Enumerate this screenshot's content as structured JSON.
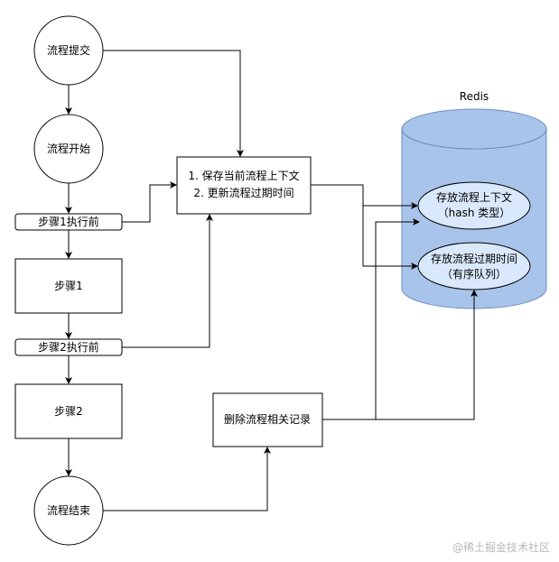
{
  "nodes": {
    "submit": "流程提交",
    "start": "流程开始",
    "before_step1": "步骤1执行前",
    "step1": "步骤1",
    "before_step2": "步骤2执行前",
    "step2": "步骤2",
    "end": "流程结束",
    "save_line1": "1. 保存当前流程上下文",
    "save_line2": "2. 更新流程过期时间",
    "delete": "删除流程相关记录"
  },
  "redis": {
    "label": "Redis",
    "store_context_line1": "存放流程上下文",
    "store_context_line2": "（hash 类型）",
    "store_expire_line1": "存放流程过期时间",
    "store_expire_line2": "（有序队列）"
  },
  "colors": {
    "stroke": "#000000",
    "cylinder_fill": "#a9c4eb",
    "cylinder_stroke": "#6c8ebf",
    "ellipse_fill": "#dae8fc"
  },
  "watermark": "@稀土掘金技术社区"
}
